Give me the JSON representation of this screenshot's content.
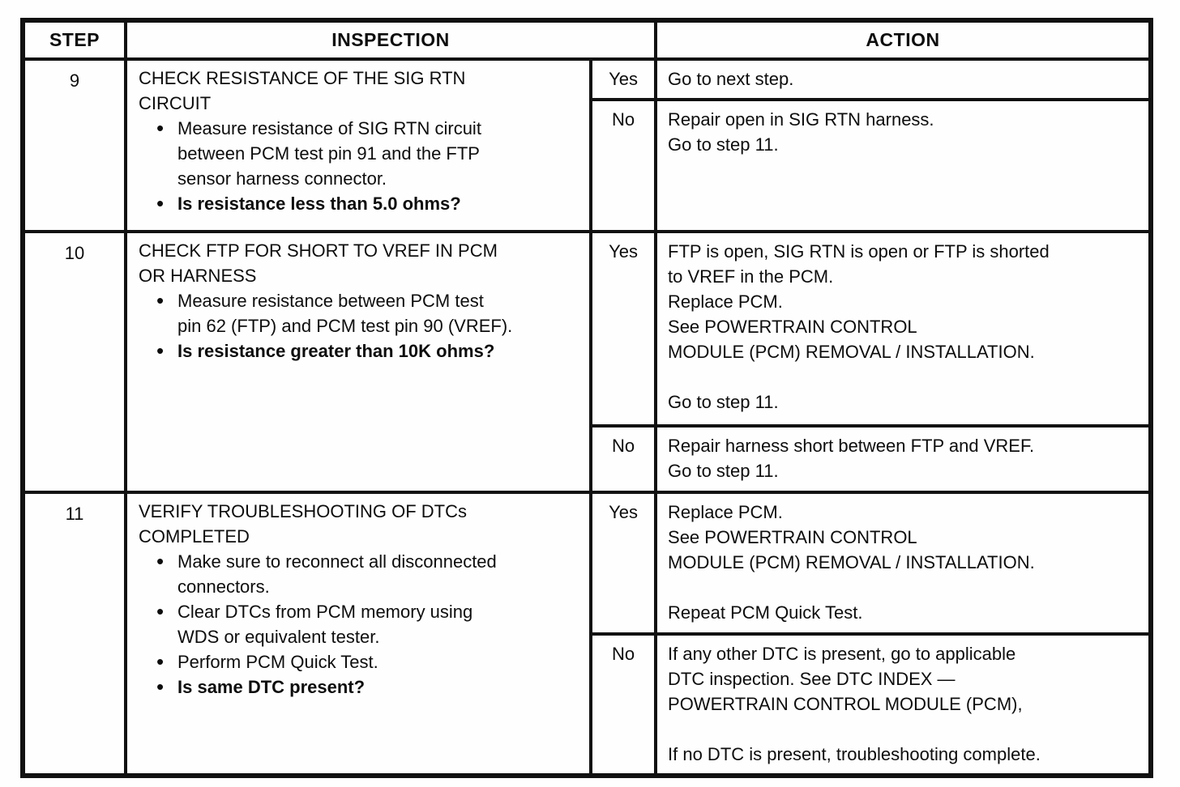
{
  "table": {
    "bullet_glyph": "•",
    "colors": {
      "ink": "#111111",
      "paper": "#fefefe"
    },
    "headers": {
      "step": "STEP",
      "inspection": "INSPECTION",
      "action": "ACTION"
    },
    "steps": [
      {
        "number": "9",
        "title": "CHECK RESISTANCE OF THE SIG RTN\nCIRCUIT",
        "bullets": [
          {
            "text": "Measure resistance of SIG RTN circuit\nbetween PCM test pin 91 and the FTP\nsensor harness connector."
          },
          {
            "text": "Is resistance less than 5.0 ohms?"
          }
        ],
        "branches": [
          {
            "answer": "Yes",
            "action": "Go to next step."
          },
          {
            "answer": "No",
            "action": "Repair open in SIG RTN harness.\nGo to step 11."
          }
        ]
      },
      {
        "number": "10",
        "title": "CHECK FTP FOR SHORT TO VREF IN PCM\nOR HARNESS",
        "bullets": [
          {
            "text": "Measure resistance between PCM test\npin 62 (FTP) and PCM test pin 90 (VREF)."
          },
          {
            "text": "Is resistance greater than 10K ohms?"
          }
        ],
        "branches": [
          {
            "answer": "Yes",
            "action": "FTP is open, SIG RTN is open or FTP is shorted\nto VREF in the PCM.\nReplace PCM.\nSee POWERTRAIN CONTROL\nMODULE (PCM) REMOVAL / INSTALLATION.\n\nGo to step 11."
          },
          {
            "answer": "No",
            "action": "Repair harness short between FTP and VREF.\nGo to step 11."
          }
        ]
      },
      {
        "number": "11",
        "title": "VERIFY TROUBLESHOOTING OF DTCs\nCOMPLETED",
        "bullets": [
          {
            "text": "Make sure to reconnect all disconnected\nconnectors."
          },
          {
            "text": "Clear DTCs from PCM memory using\nWDS or equivalent tester."
          },
          {
            "text": "Perform PCM Quick Test."
          },
          {
            "text": "Is same DTC present?"
          }
        ],
        "branches": [
          {
            "answer": "Yes",
            "action": "Replace PCM.\nSee POWERTRAIN CONTROL\nMODULE (PCM) REMOVAL / INSTALLATION.\n\nRepeat PCM Quick Test."
          },
          {
            "answer": "No",
            "action": "If any other DTC is present, go to applicable\nDTC inspection.  See DTC INDEX —\nPOWERTRAIN CONTROL MODULE (PCM),\n\nIf no DTC is present, troubleshooting complete."
          }
        ]
      }
    ]
  }
}
